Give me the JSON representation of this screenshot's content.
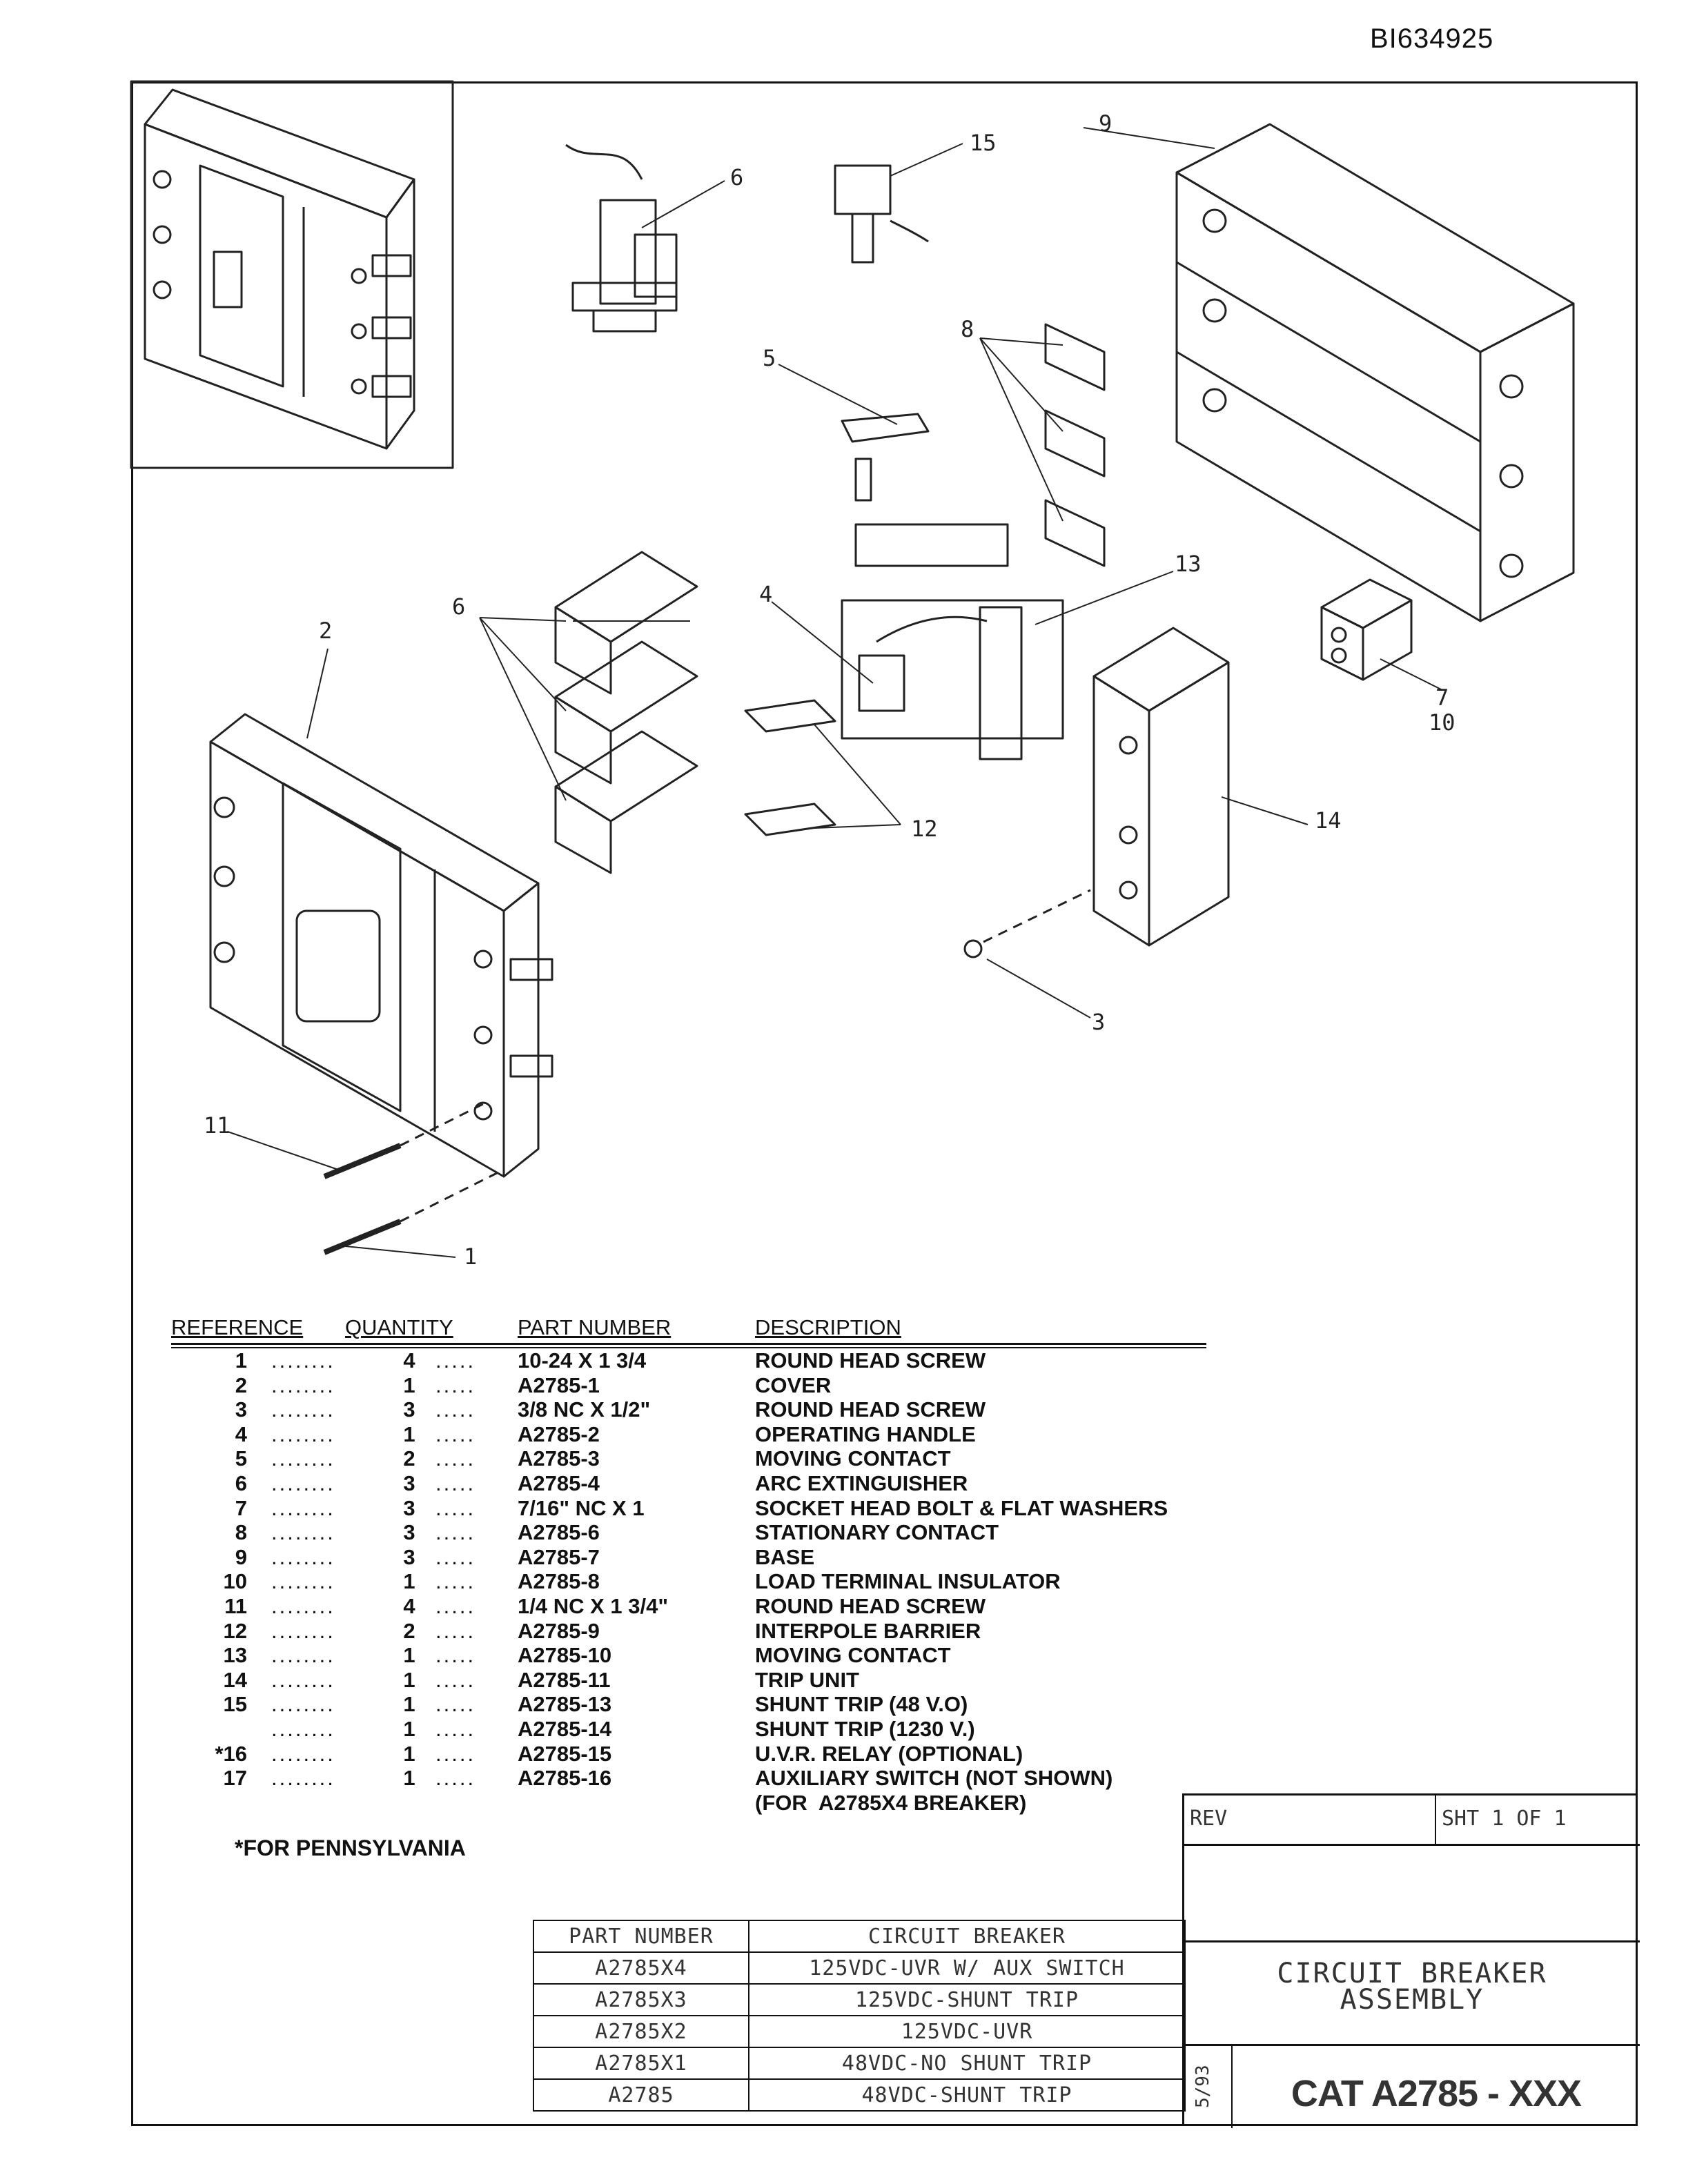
{
  "document_id": "BI634925",
  "callouts": {
    "c1": "1",
    "c2": "2",
    "c3": "3",
    "c4": "4",
    "c5": "5",
    "c6a": "6",
    "c6b": "6",
    "c7": "7",
    "c8": "8",
    "c9": "9",
    "c10": "10",
    "c11": "11",
    "c12": "12",
    "c13": "13",
    "c14": "14",
    "c15": "15"
  },
  "parts_table": {
    "headers": {
      "reference": "REFERENCE",
      "quantity": "QUANTITY",
      "part_number": "PART NUMBER",
      "description": "DESCRIPTION"
    },
    "rows": [
      {
        "ref": "1",
        "qty": "4",
        "part": "10-24 X 1 3/4",
        "desc": "ROUND HEAD SCREW"
      },
      {
        "ref": "2",
        "qty": "1",
        "part": "A2785-1",
        "desc": "COVER"
      },
      {
        "ref": "3",
        "qty": "3",
        "part": "3/8 NC X 1/2\"",
        "desc": "ROUND HEAD SCREW"
      },
      {
        "ref": "4",
        "qty": "1",
        "part": "A2785-2",
        "desc": "OPERATING HANDLE"
      },
      {
        "ref": "5",
        "qty": "2",
        "part": "A2785-3",
        "desc": "MOVING CONTACT"
      },
      {
        "ref": "6",
        "qty": "3",
        "part": "A2785-4",
        "desc": "ARC EXTINGUISHER"
      },
      {
        "ref": "7",
        "qty": "3",
        "part": "7/16\" NC X 1",
        "desc": "SOCKET HEAD BOLT & FLAT WASHERS"
      },
      {
        "ref": "8",
        "qty": "3",
        "part": "A2785-6",
        "desc": "STATIONARY CONTACT"
      },
      {
        "ref": "9",
        "qty": "3",
        "part": "A2785-7",
        "desc": "BASE"
      },
      {
        "ref": "10",
        "qty": "1",
        "part": "A2785-8",
        "desc": "LOAD TERMINAL INSULATOR"
      },
      {
        "ref": "11",
        "qty": "4",
        "part": "1/4 NC X 1 3/4\"",
        "desc": "ROUND HEAD SCREW"
      },
      {
        "ref": "12",
        "qty": "2",
        "part": "A2785-9",
        "desc": "INTERPOLE BARRIER"
      },
      {
        "ref": "13",
        "qty": "1",
        "part": "A2785-10",
        "desc": "MOVING CONTACT"
      },
      {
        "ref": "14",
        "qty": "1",
        "part": "A2785-11",
        "desc": "TRIP UNIT"
      },
      {
        "ref": "15",
        "qty": "1",
        "part": "A2785-13",
        "desc": "SHUNT TRIP (48 V.O)"
      },
      {
        "ref": "",
        "qty": "1",
        "part": "A2785-14",
        "desc": "SHUNT TRIP (1230 V.)"
      },
      {
        "ref": "*16",
        "qty": "1",
        "part": "A2785-15",
        "desc": "U.V.R. RELAY (OPTIONAL)"
      },
      {
        "ref": "17",
        "qty": "1",
        "part": "A2785-16",
        "desc": "AUXILIARY SWITCH (NOT SHOWN)"
      },
      {
        "ref": "",
        "qty": "",
        "part": "",
        "desc": "(FOR  A2785X4 BREAKER)"
      }
    ]
  },
  "footnote": "*FOR PENNSYLVANIA",
  "catalog_table": {
    "headers": {
      "part_number": "PART NUMBER",
      "circuit_breaker": "CIRCUIT  BREAKER"
    },
    "rows": [
      {
        "part": "A2785X4",
        "desc": "125VDC-UVR  W/  AUX  SWITCH"
      },
      {
        "part": "A2785X3",
        "desc": "125VDC-SHUNT  TRIP"
      },
      {
        "part": "A2785X2",
        "desc": "125VDC-UVR"
      },
      {
        "part": "A2785X1",
        "desc": "48VDC-NO  SHUNT  TRIP"
      },
      {
        "part": "A2785",
        "desc": "48VDC-SHUNT  TRIP"
      }
    ]
  },
  "title_block": {
    "rev_label": "REV",
    "sheet": "SHT  1    OF  1",
    "title_line1": "CIRCUIT  BREAKER",
    "title_line2": "ASSEMBLY",
    "date": "5/93",
    "catalog_number": "CAT  A2785 - XXX"
  }
}
